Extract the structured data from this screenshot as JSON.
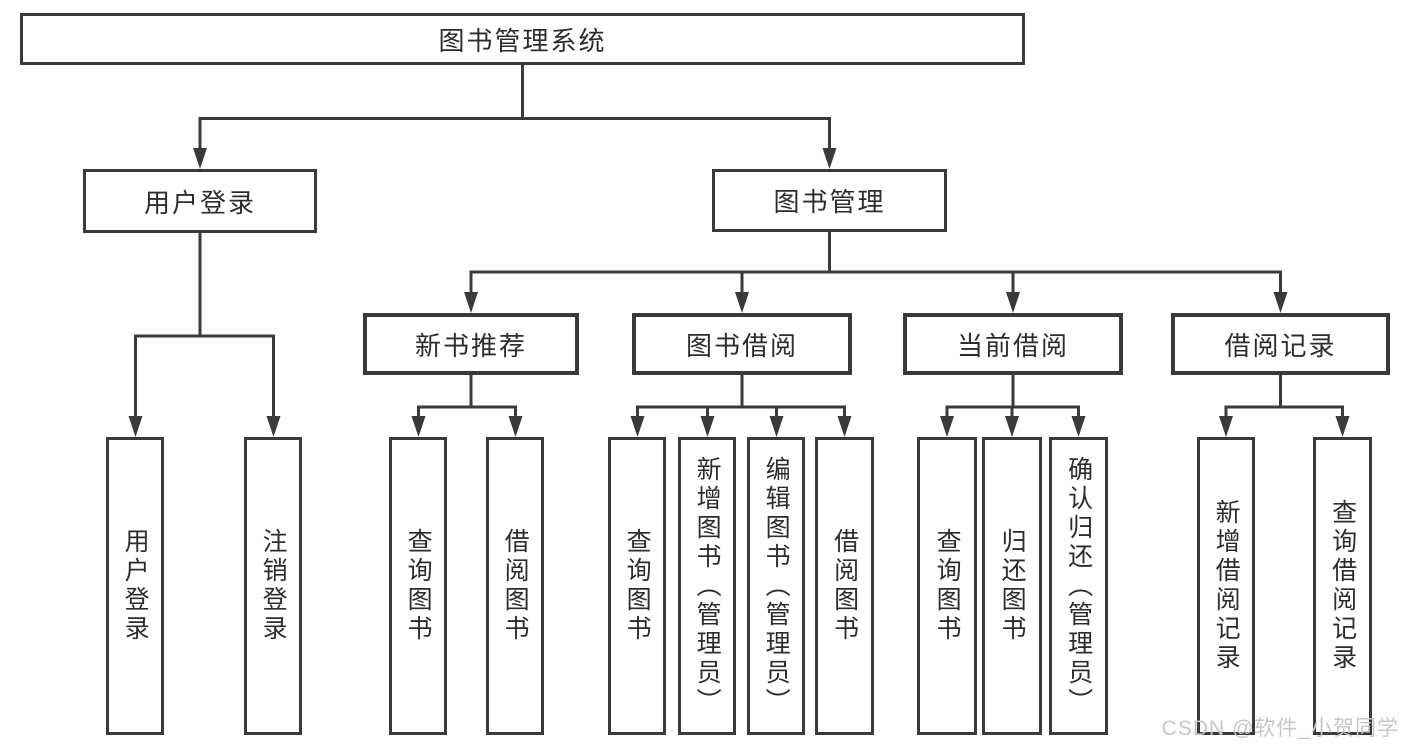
{
  "tree": {
    "label": "图书管理系统",
    "children": [
      {
        "label": "用户登录",
        "children": [
          {
            "label": "用户登录"
          },
          {
            "label": "注销登录"
          }
        ]
      },
      {
        "label": "图书管理",
        "children": [
          {
            "label": "新书推荐",
            "children": [
              {
                "label": "查询图书"
              },
              {
                "label": "借阅图书"
              }
            ]
          },
          {
            "label": "图书借阅",
            "children": [
              {
                "label": "查询图书"
              },
              {
                "label": "新增图书（管理员）"
              },
              {
                "label": "编辑图书（管理员）"
              },
              {
                "label": "借阅图书"
              }
            ]
          },
          {
            "label": "当前借阅",
            "children": [
              {
                "label": "查询图书"
              },
              {
                "label": "归还图书"
              },
              {
                "label": "确认归还（管理员）"
              }
            ]
          },
          {
            "label": "借阅记录",
            "children": [
              {
                "label": "新增借阅记录"
              },
              {
                "label": "查询借阅记录"
              }
            ]
          }
        ]
      }
    ]
  },
  "watermark": "CSDN @软件_小贺同学",
  "colors": {
    "line": "#3a3a3a",
    "text": "#2d2d2d",
    "background": "#ffffff",
    "watermark": "#c6c6c6"
  }
}
